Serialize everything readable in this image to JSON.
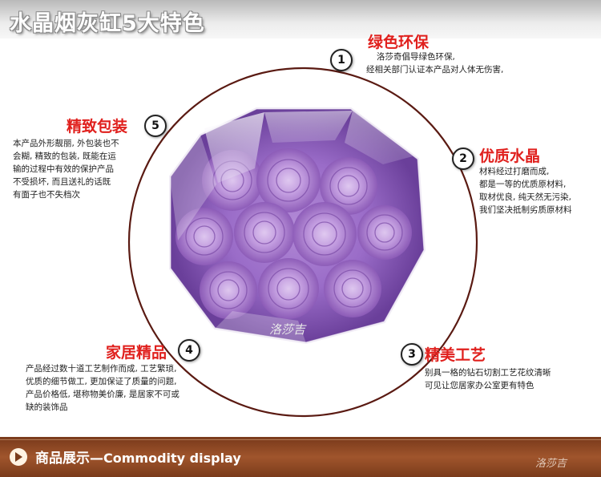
{
  "header": {
    "title": "水晶烟灰缸5大特色"
  },
  "features": [
    {
      "number": "1",
      "title": "绿色环保",
      "desc": [
        "洛莎奇倡导绿色环保,",
        "经相关部门认证本产品对人体无伤害,"
      ]
    },
    {
      "number": "2",
      "title": "优质水晶",
      "desc": [
        "材料经过打磨而成,",
        "都是一等的优质原材料,",
        "取材优良, 纯天然无污染,",
        "我们坚决抵制劣质原材料"
      ]
    },
    {
      "number": "3",
      "title": "精美工艺",
      "desc": [
        "别具一格的钻石切割工艺花纹清晰",
        "可见让您居家办公室更有特色"
      ]
    },
    {
      "number": "4",
      "title": "家居精品",
      "desc": [
        "产品经过数十道工艺制作而成, 工艺繁琐,",
        "优质的细节做工, 更加保证了质量的问题,",
        "产品价格低, 堪称物美价廉, 是居家不可或",
        "缺的装饰品"
      ]
    },
    {
      "number": "5",
      "title": "精致包装",
      "desc": [
        "本产品外形靓丽, 外包装也不",
        "会糊, 精致的包装, 既能在运",
        "输的过程中有效的保护产品",
        "不受损坏, 而且送礼的话既",
        "有面子也不失档次"
      ]
    }
  ],
  "image_watermark": "洛莎吉",
  "footer": {
    "title": "商品展示",
    "subtitle": "Commodity display",
    "watermark": "洛莎吉"
  },
  "colors": {
    "accent_red": "#e0201d",
    "footer_brown": "#8a4524",
    "circle_outline": "#5a1a12"
  }
}
